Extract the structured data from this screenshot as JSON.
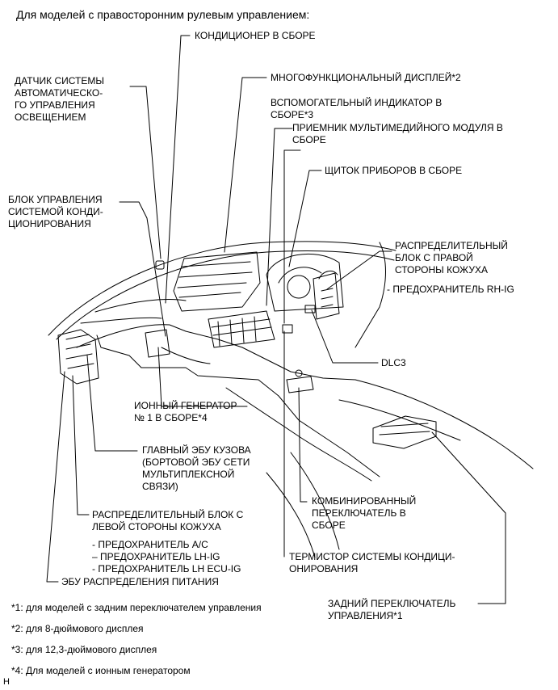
{
  "title": "Для моделей с правосторонним рулевым управлением:",
  "labels": {
    "ac_assembly": "КОНДИЦИОНЕР В СБОРЕ",
    "light_sensor": "ДАТЧИК СИСТЕМЫ\nАВТОМАТИЧЕСКО-\nГО УПРАВЛЕНИЯ\nОСВЕЩЕНИЕМ",
    "multi_display": "МНОГОФУНКЦИОНАЛЬНЫЙ ДИСПЛЕЙ*2",
    "aux_indicator": "ВСПОМОГАТЕЛЬНЫЙ ИНДИКАТОР В\nСБОРЕ*3",
    "media_receiver": "ПРИЕМНИК МУЛЬТИМЕДИЙНОГО МОДУЛЯ В\nСБОРЕ",
    "instrument_cluster": "ЩИТОК ПРИБОРОВ В СБОРЕ",
    "ac_control": "БЛОК УПРАВЛЕНИЯ\nСИСТЕМОЙ КОНДИ-\nЦИОНИРОВАНИЯ",
    "rh_junction": "РАСПРЕДЕЛИТЕЛЬНЫЙ\nБЛОК С ПРАВОЙ\nСТОРОНЫ КОЖУХА",
    "rh_fuse": "- ПРЕДОХРАНИТЕЛЬ RH-IG",
    "dlc3": "DLC3",
    "ion_generator": "ИОННЫЙ ГЕНЕРАТОР\n№ 1 В СБОРЕ*4",
    "main_body_ecu": "ГЛАВНЫЙ ЭБУ КУЗОВА\n(БОРТОВОЙ ЭБУ СЕТИ\nМУЛЬТИПЛЕКСНОЙ\nСВЯЗИ)",
    "lh_junction": "РАСПРЕДЕЛИТЕЛЬНЫЙ БЛОК С\nЛЕВОЙ СТОРОНЫ КОЖУХА",
    "lh_fuses": "- ПРЕДОХРАНИТЕЛЬ A/C\n– ПРЕДОХРАНИТЕЛЬ LH-IG\n- ПРЕДОХРАНИТЕЛЬ LH ECU-IG",
    "combo_switch": "КОМБИНИРОВАННЫЙ\nПЕРЕКЛЮЧАТЕЛЬ В\nСБОРЕ",
    "thermistor": "ТЕРМИСТОР СИСТЕМЫ КОНДИЦИ-\nОНИРОВАНИЯ",
    "power_ecu": "ЭБУ РАСПРЕДЕЛЕНИЯ ПИТАНИЯ",
    "rear_switch": "ЗАДНИЙ ПЕРЕКЛЮЧАТЕЛЬ\nУПРАВЛЕНИЯ*1"
  },
  "footnotes": [
    "*1: для моделей с задним переключателем управления",
    "*2: для 8-дюймового дисплея",
    "*3: для 12,3-дюймового дисплея",
    "*4: Для моделей с ионным генератором"
  ],
  "figure_code": "H"
}
